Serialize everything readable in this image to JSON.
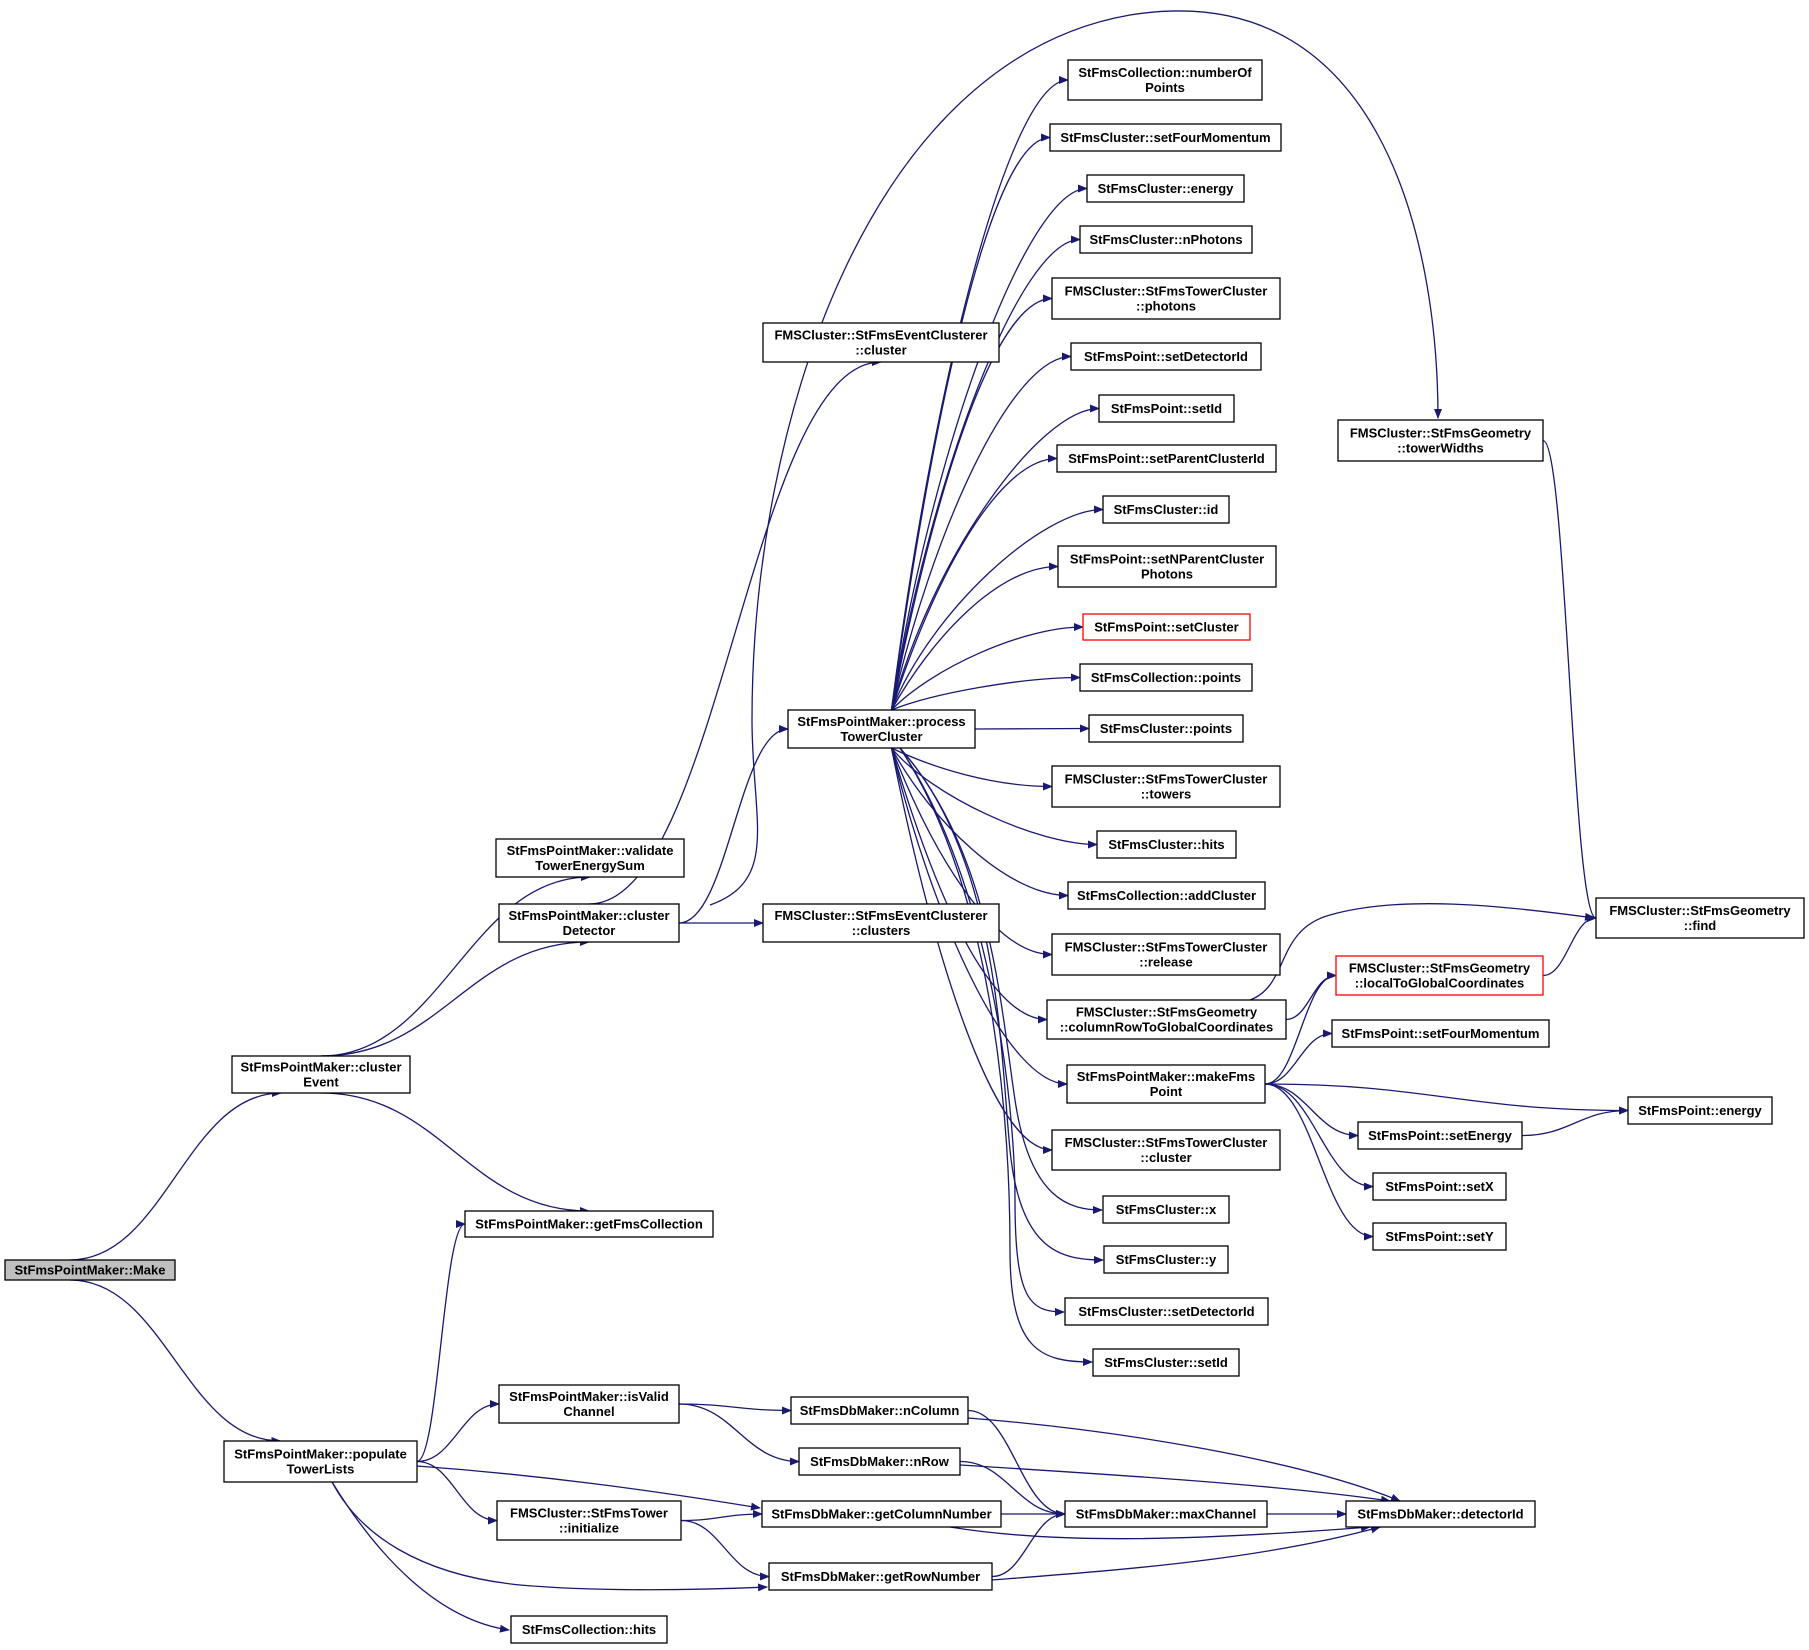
{
  "nodes": [
    {
      "id": "n0",
      "lines": [
        "StFmsPointMaker::Make"
      ],
      "root": true
    },
    {
      "id": "n1",
      "lines": [
        "StFmsPointMaker::cluster",
        "Event"
      ]
    },
    {
      "id": "n2",
      "lines": [
        "StFmsPointMaker::populate",
        "TowerLists"
      ]
    },
    {
      "id": "n3",
      "lines": [
        "StFmsPointMaker::validate",
        "TowerEnergySum"
      ]
    },
    {
      "id": "n4",
      "lines": [
        "StFmsPointMaker::cluster",
        "Detector"
      ]
    },
    {
      "id": "n5",
      "lines": [
        "StFmsPointMaker::getFmsCollection"
      ]
    },
    {
      "id": "n6",
      "lines": [
        "FMSCluster::StFmsEventClusterer",
        "::cluster"
      ]
    },
    {
      "id": "n7",
      "lines": [
        "StFmsPointMaker::process",
        "TowerCluster"
      ]
    },
    {
      "id": "n8",
      "lines": [
        "FMSCluster::StFmsEventClusterer",
        "::clusters"
      ]
    },
    {
      "id": "n9",
      "lines": [
        "StFmsCollection::numberOf",
        "Points"
      ]
    },
    {
      "id": "n10",
      "lines": [
        "StFmsCluster::setFourMomentum"
      ]
    },
    {
      "id": "n11",
      "lines": [
        "StFmsCluster::energy"
      ]
    },
    {
      "id": "n12",
      "lines": [
        "StFmsCluster::nPhotons"
      ]
    },
    {
      "id": "n13",
      "lines": [
        "FMSCluster::StFmsTowerCluster",
        "::photons"
      ]
    },
    {
      "id": "n14",
      "lines": [
        "StFmsPoint::setDetectorId"
      ]
    },
    {
      "id": "n15",
      "lines": [
        "StFmsPoint::setId"
      ]
    },
    {
      "id": "n16",
      "lines": [
        "StFmsPoint::setParentClusterId"
      ]
    },
    {
      "id": "n17",
      "lines": [
        "StFmsCluster::id"
      ]
    },
    {
      "id": "n18",
      "lines": [
        "StFmsPoint::setNParentCluster",
        "Photons"
      ]
    },
    {
      "id": "n19",
      "lines": [
        "StFmsPoint::setCluster"
      ],
      "red": true
    },
    {
      "id": "n20",
      "lines": [
        "StFmsCollection::points"
      ]
    },
    {
      "id": "n21",
      "lines": [
        "StFmsCluster::points"
      ]
    },
    {
      "id": "n22",
      "lines": [
        "FMSCluster::StFmsTowerCluster",
        "::towers"
      ]
    },
    {
      "id": "n23",
      "lines": [
        "StFmsCluster::hits"
      ]
    },
    {
      "id": "n24",
      "lines": [
        "StFmsCollection::addCluster"
      ]
    },
    {
      "id": "n25",
      "lines": [
        "FMSCluster::StFmsTowerCluster",
        "::release"
      ]
    },
    {
      "id": "n26",
      "lines": [
        "FMSCluster::StFmsGeometry",
        "::columnRowToGlobalCoordinates"
      ]
    },
    {
      "id": "n27",
      "lines": [
        "StFmsPointMaker::makeFms",
        "Point"
      ]
    },
    {
      "id": "n28",
      "lines": [
        "FMSCluster::StFmsTowerCluster",
        "::cluster"
      ]
    },
    {
      "id": "n29",
      "lines": [
        "StFmsCluster::x"
      ]
    },
    {
      "id": "n30",
      "lines": [
        "StFmsCluster::y"
      ]
    },
    {
      "id": "n31",
      "lines": [
        "StFmsCluster::setDetectorId"
      ]
    },
    {
      "id": "n32",
      "lines": [
        "StFmsCluster::setId"
      ]
    },
    {
      "id": "n33",
      "lines": [
        "FMSCluster::StFmsGeometry",
        "::towerWidths"
      ]
    },
    {
      "id": "n34",
      "lines": [
        "FMSCluster::StFmsGeometry",
        "::find"
      ]
    },
    {
      "id": "n35",
      "lines": [
        "FMSCluster::StFmsGeometry",
        "::localToGlobalCoordinates"
      ],
      "red": true
    },
    {
      "id": "n36",
      "lines": [
        "StFmsPoint::setFourMomentum"
      ]
    },
    {
      "id": "n37",
      "lines": [
        "StFmsPoint::energy"
      ]
    },
    {
      "id": "n38",
      "lines": [
        "StFmsPoint::setEnergy"
      ]
    },
    {
      "id": "n39",
      "lines": [
        "StFmsPoint::setX"
      ]
    },
    {
      "id": "n40",
      "lines": [
        "StFmsPoint::setY"
      ]
    },
    {
      "id": "n41",
      "lines": [
        "StFmsPointMaker::isValid",
        "Channel"
      ]
    },
    {
      "id": "n42",
      "lines": [
        "FMSCluster::StFmsTower",
        "::initialize"
      ]
    },
    {
      "id": "n43",
      "lines": [
        "StFmsCollection::hits"
      ]
    },
    {
      "id": "n44",
      "lines": [
        "StFmsDbMaker::nColumn"
      ]
    },
    {
      "id": "n45",
      "lines": [
        "StFmsDbMaker::nRow"
      ]
    },
    {
      "id": "n46",
      "lines": [
        "StFmsDbMaker::getColumnNumber"
      ]
    },
    {
      "id": "n47",
      "lines": [
        "StFmsDbMaker::getRowNumber"
      ]
    },
    {
      "id": "n48",
      "lines": [
        "StFmsDbMaker::maxChannel"
      ]
    },
    {
      "id": "n49",
      "lines": [
        "StFmsDbMaker::detectorId"
      ]
    }
  ],
  "edges": [
    [
      "n0",
      "n1"
    ],
    [
      "n0",
      "n2"
    ],
    [
      "n1",
      "n3"
    ],
    [
      "n1",
      "n4"
    ],
    [
      "n1",
      "n5"
    ],
    [
      "n4",
      "n6"
    ],
    [
      "n4",
      "n7"
    ],
    [
      "n4",
      "n8"
    ],
    [
      "n4",
      "n33"
    ],
    [
      "n7",
      "n9"
    ],
    [
      "n7",
      "n10"
    ],
    [
      "n7",
      "n11"
    ],
    [
      "n7",
      "n12"
    ],
    [
      "n7",
      "n13"
    ],
    [
      "n7",
      "n14"
    ],
    [
      "n7",
      "n15"
    ],
    [
      "n7",
      "n16"
    ],
    [
      "n7",
      "n17"
    ],
    [
      "n7",
      "n18"
    ],
    [
      "n7",
      "n19"
    ],
    [
      "n7",
      "n20"
    ],
    [
      "n7",
      "n21"
    ],
    [
      "n7",
      "n22"
    ],
    [
      "n7",
      "n23"
    ],
    [
      "n7",
      "n24"
    ],
    [
      "n7",
      "n25"
    ],
    [
      "n7",
      "n26"
    ],
    [
      "n7",
      "n27"
    ],
    [
      "n7",
      "n28"
    ],
    [
      "n7",
      "n29"
    ],
    [
      "n7",
      "n30"
    ],
    [
      "n7",
      "n31"
    ],
    [
      "n7",
      "n32"
    ],
    [
      "n26",
      "n34"
    ],
    [
      "n26",
      "n35"
    ],
    [
      "n33",
      "n34"
    ],
    [
      "n35",
      "n34"
    ],
    [
      "n27",
      "n35"
    ],
    [
      "n27",
      "n36"
    ],
    [
      "n27",
      "n37"
    ],
    [
      "n27",
      "n38"
    ],
    [
      "n27",
      "n39"
    ],
    [
      "n27",
      "n40"
    ],
    [
      "n38",
      "n37"
    ],
    [
      "n2",
      "n5"
    ],
    [
      "n2",
      "n41"
    ],
    [
      "n2",
      "n42"
    ],
    [
      "n2",
      "n43"
    ],
    [
      "n2",
      "n46"
    ],
    [
      "n2",
      "n47"
    ],
    [
      "n41",
      "n44"
    ],
    [
      "n41",
      "n45"
    ],
    [
      "n42",
      "n46"
    ],
    [
      "n42",
      "n47"
    ],
    [
      "n44",
      "n48"
    ],
    [
      "n44",
      "n49"
    ],
    [
      "n45",
      "n48"
    ],
    [
      "n45",
      "n49"
    ],
    [
      "n46",
      "n48"
    ],
    [
      "n46",
      "n49"
    ],
    [
      "n47",
      "n48"
    ],
    [
      "n47",
      "n49"
    ],
    [
      "n48",
      "n49"
    ]
  ]
}
